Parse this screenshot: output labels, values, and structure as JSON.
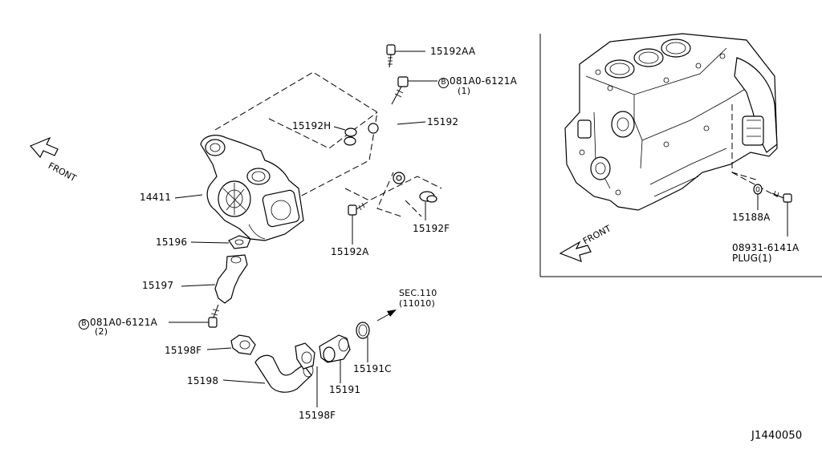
{
  "labels": {
    "p15192AA": "15192AA",
    "bolt_code_top": "081A0-6121A",
    "bolt_qty_top": "(1)",
    "p15192H": "15192H",
    "p15192": "15192",
    "p14411": "14411",
    "p15196": "15196",
    "p15192A": "15192A",
    "p15192F": "15192F",
    "p15197": "15197",
    "sec_ref": "SEC.110",
    "sec_sub": "(11010)",
    "bolt_code_left": "081A0-6121A",
    "bolt_qty_left": "(2)",
    "p15198F_top": "15198F",
    "p15198": "15198",
    "p15191C": "15191C",
    "p15191": "15191",
    "p15198F_bottom": "15198F",
    "p15188A": "15188A",
    "plug_code": "08931-6141A",
    "plug_label": "PLUG(1)",
    "diagram_id": "J1440050",
    "front_left": "FRONT",
    "front_right": "FRONT",
    "bolt_symbol": "B"
  }
}
